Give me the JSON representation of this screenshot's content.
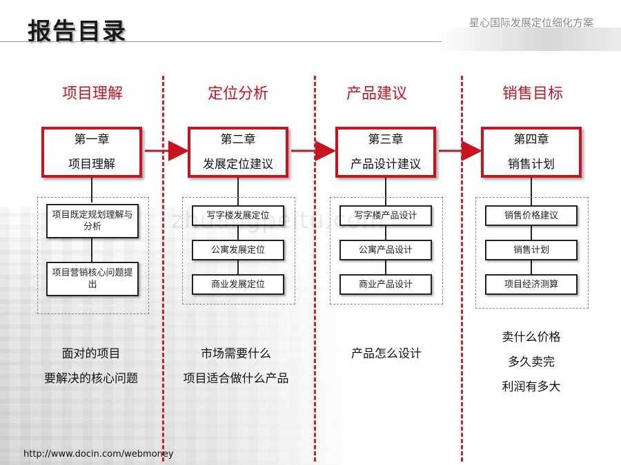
{
  "header": {
    "title": "报告目录",
    "subtitle": "星心国际发展定位细化方案"
  },
  "columns": [
    {
      "heading": "项目理解",
      "chapter_line1": "第一章",
      "chapter_line2": "项目理解",
      "items": [
        "项目既定规划理解与分析",
        "项目营销核心问题提出"
      ],
      "notes": [
        "面对的项目",
        "要解决的核心问题"
      ]
    },
    {
      "heading": "定位分析",
      "chapter_line1": "第二章",
      "chapter_line2": "发展定位建议",
      "items": [
        "写字楼发展定位",
        "公寓发展定位",
        "商业发展定位"
      ],
      "notes": [
        "市场需要什么",
        "项目适合做什么产品"
      ]
    },
    {
      "heading": "产品建议",
      "chapter_line1": "第三章",
      "chapter_line2": "产品设计建议",
      "items": [
        "写字楼产品设计",
        "公寓产品设计",
        "商业产品设计"
      ],
      "notes": [
        "产品怎么设计"
      ]
    },
    {
      "heading": "销售目标",
      "chapter_line1": "第四章",
      "chapter_line2": "销售计划",
      "items": [
        "销售价格建议",
        "销售计划",
        "项目经济测算"
      ],
      "notes": [
        "卖什么价格",
        "多久卖完",
        "利润有多大"
      ]
    }
  ],
  "watermark": "zhuangpeitu.com",
  "footer": {
    "url": "http://www.docin.com/webmoney"
  },
  "colors": {
    "accent": "#c8141f",
    "text": "#111111"
  }
}
